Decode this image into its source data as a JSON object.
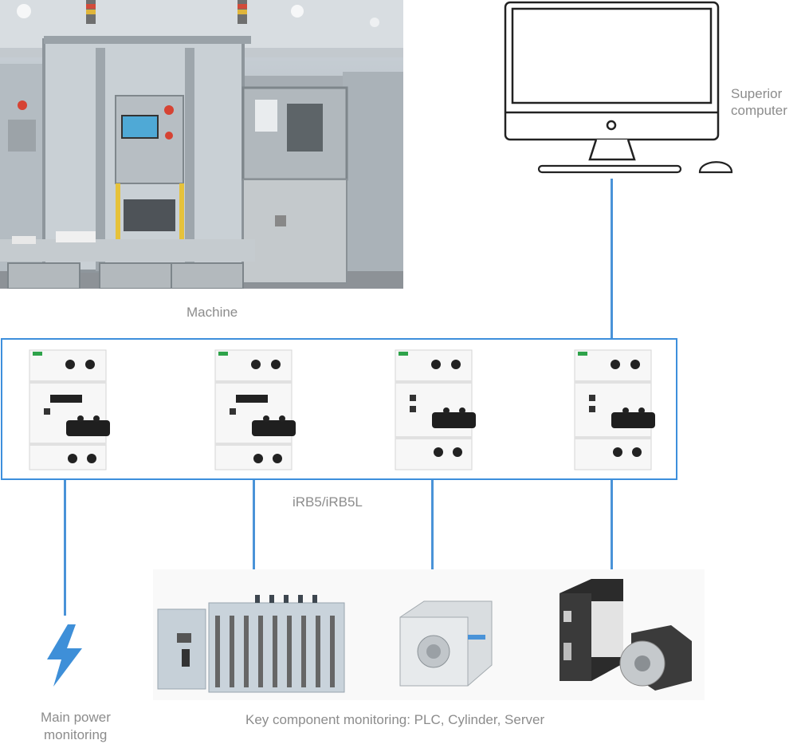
{
  "labels": {
    "superior_computer_line1": "Superior",
    "superior_computer_line2": "computer",
    "machine": "Machine",
    "device": "iRB5/iRB5L",
    "main_power_line1": "Main power",
    "main_power_line2": "monitoring",
    "key_components": "Key component monitoring: PLC, Cylinder, Server"
  },
  "colors": {
    "connector_line": "#4a93d8",
    "device_frame": "#3d8fdc",
    "bolt": "#3e8fd8",
    "label_text": "#8c8c8c"
  },
  "icons": {
    "computer": "monitor-icon",
    "mouse": "mouse-icon",
    "power": "lightning-bolt-icon",
    "breaker": "circuit-breaker-icon",
    "plc": "plc-module-icon",
    "cylinder": "pneumatic-cylinder-icon",
    "servo": "servo-drive-icon"
  }
}
